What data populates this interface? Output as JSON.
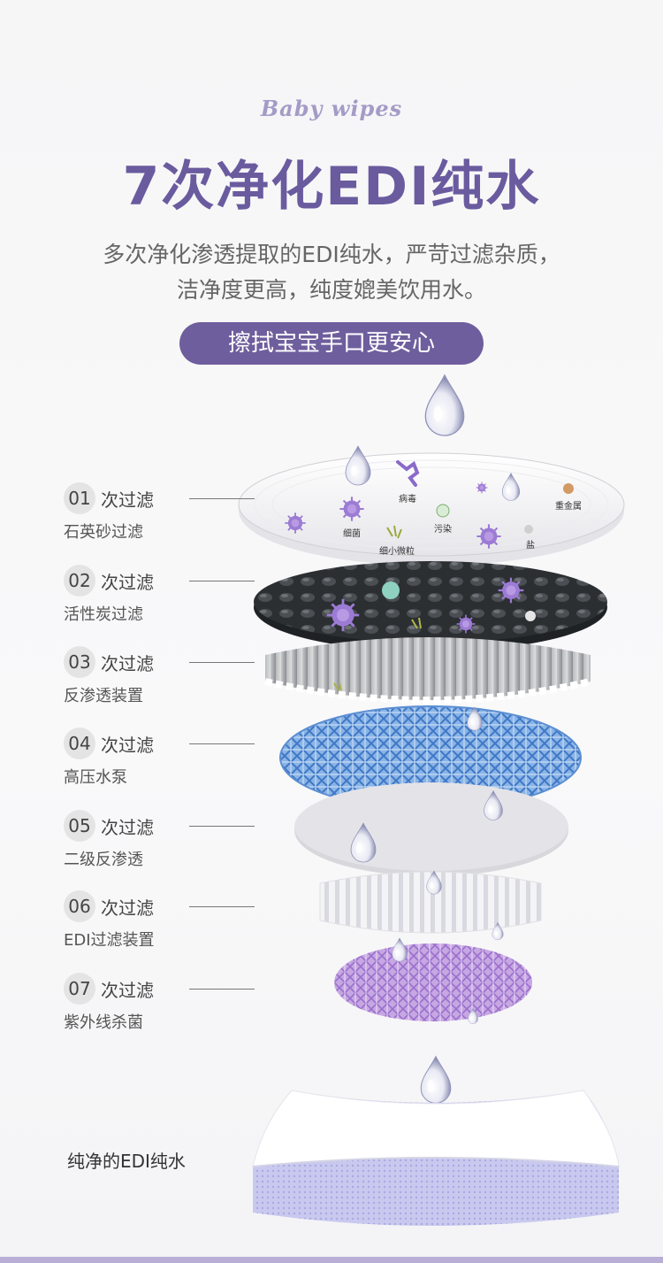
{
  "header": {
    "tagline": "Baby wipes",
    "headline": "7次净化EDI纯水",
    "description_line1": "多次净化渗透提取的EDI纯水，严苛过滤杂质，",
    "description_line2": "洁净度更高，纯度媲美饮用水。",
    "pill_label": "擦拭宝宝手口更安心"
  },
  "stages": [
    {
      "number": "01",
      "title": "次过滤",
      "name": "石英砂过滤"
    },
    {
      "number": "02",
      "title": "次过滤",
      "name": "活性炭过滤"
    },
    {
      "number": "03",
      "title": "次过滤",
      "name": "反渗透装置"
    },
    {
      "number": "04",
      "title": "次过滤",
      "name": "高压水泵"
    },
    {
      "number": "05",
      "title": "次过滤",
      "name": "二级反渗透"
    },
    {
      "number": "06",
      "title": "次过滤",
      "name": "EDI过滤装置"
    },
    {
      "number": "07",
      "title": "次过滤",
      "name": "紫外线杀菌"
    }
  ],
  "impurities": {
    "virus": "病毒",
    "heavy_metal": "重金属",
    "bacteria": "细菌",
    "pollution": "污染",
    "fine_particles": "细小微粒",
    "salt": "盐"
  },
  "result_label": "纯净的EDI纯水",
  "colors": {
    "brand_purple": "#6a5b9f",
    "pill_purple": "#6f5e9d",
    "tagline_lavender": "#a49bc7",
    "carbon_dark": "#3a3d40",
    "mesh_blue": "#6f9fd8",
    "uv_purple": "#c4a6e0"
  }
}
